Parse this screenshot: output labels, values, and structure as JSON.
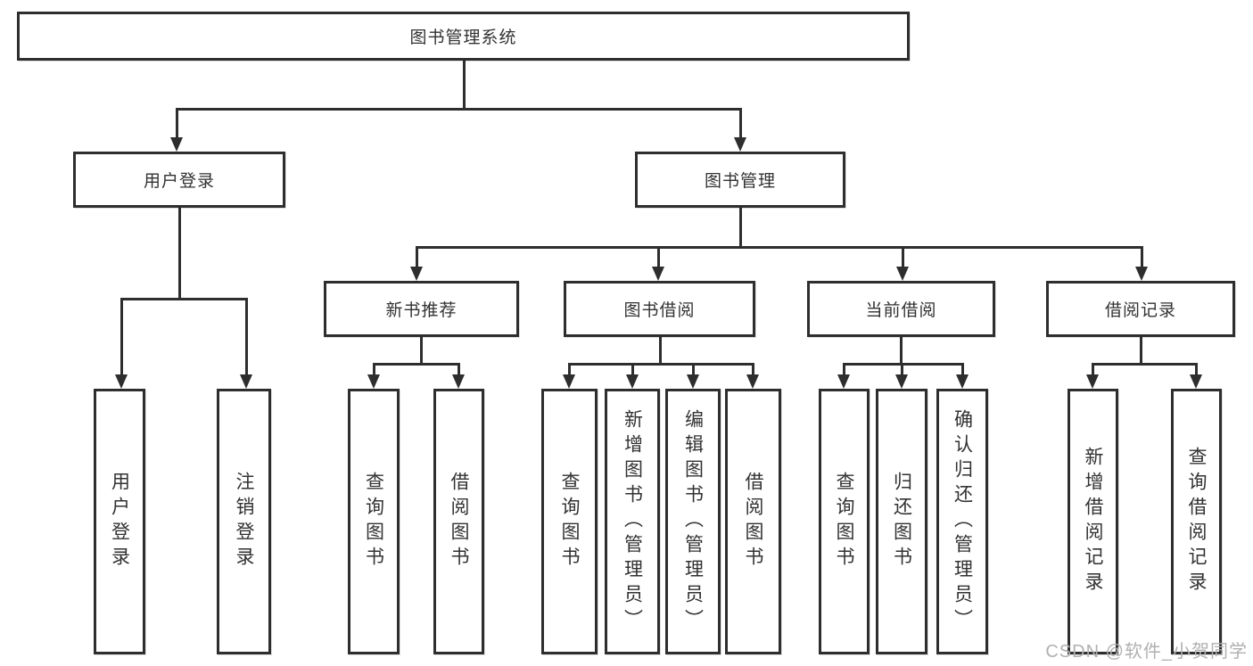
{
  "diagram": {
    "root": {
      "label": "图书管理系统"
    },
    "level2": [
      {
        "label": "用户登录"
      },
      {
        "label": "图书管理"
      }
    ],
    "level3": [
      {
        "label": "新书推荐"
      },
      {
        "label": "图书借阅"
      },
      {
        "label": "当前借阅"
      },
      {
        "label": "借阅记录"
      }
    ],
    "leaves": [
      {
        "label": "用户登录"
      },
      {
        "label": "注销登录"
      },
      {
        "label": "查询图书"
      },
      {
        "label": "借阅图书"
      },
      {
        "label": "查询图书"
      },
      {
        "label": "新增图书（管理员）"
      },
      {
        "label": "编辑图书（管理员）"
      },
      {
        "label": "借阅图书"
      },
      {
        "label": "查询图书"
      },
      {
        "label": "归还图书"
      },
      {
        "label": "确认归还（管理员）"
      },
      {
        "label": "新增借阅记录"
      },
      {
        "label": "查询借阅记录"
      }
    ]
  },
  "watermark": {
    "text": "CSDN @软件_小贺同学"
  },
  "colors": {
    "line": "#2e2e2e",
    "text": "#323232",
    "background": "#ffffff",
    "watermark": "#b0b0b0"
  }
}
